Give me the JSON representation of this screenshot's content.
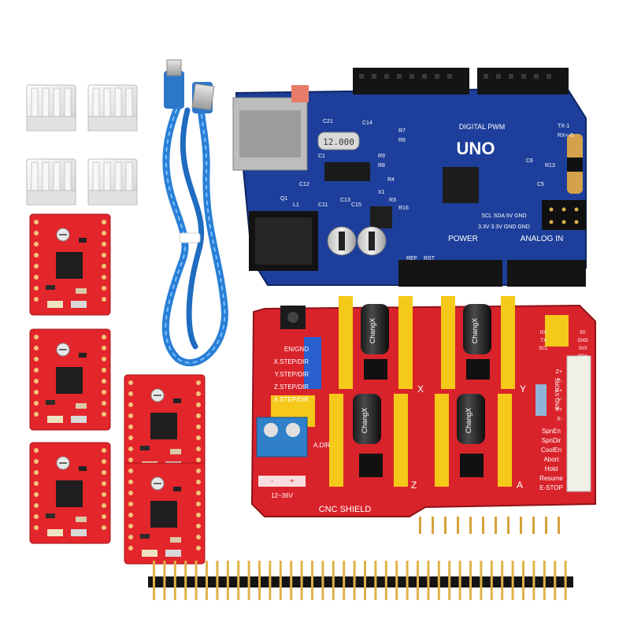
{
  "uno": {
    "title": "UNO",
    "digital": "DIGITAL PWM",
    "power": "POWER",
    "analog": "ANALOG IN",
    "crystal": "12.000",
    "sda": "SCL SDA",
    "sda2": "SCL SDA",
    "rx": "RX",
    "tx": "TX",
    "v5": "5V",
    "gnd": "GND",
    "v33": "3.3V",
    "scl_row": "SCL  SDA  5V  GND",
    "v33_row": "3.3V 3.3V GND GND",
    "ref": "REF",
    "rst": "RST",
    "tx1": "TX-1",
    "rx0": "RX<-0",
    "labels": [
      "R7",
      "R6",
      "R9",
      "C1",
      "R8",
      "X1",
      "R4",
      "R3",
      "R16",
      "R13",
      "C6",
      "C5",
      "C11",
      "C13",
      "C14",
      "C21",
      "C15",
      "Q1",
      "C12",
      "L1"
    ]
  },
  "cnc": {
    "title": "CNC SHIELD",
    "enable": "EN/GND",
    "xstep": "X.STEP/DIR",
    "ystep": "Y.STEP/DIR",
    "zstep": "Z.STEP/DIR",
    "astep": "A.STEP/DIR",
    "adir": "A.DIR",
    "voltage": "12~36V",
    "minus": "-",
    "plus": "+",
    "axis_x": "X",
    "axis_y": "Y",
    "axis_z": "Z",
    "axis_a": "A",
    "stops": "END STOPS",
    "right_labels": [
      "SpnEn",
      "SpnDir",
      "CoolEn",
      "Abort",
      "Hold",
      "Resume",
      "E-STOP"
    ],
    "side_labels": [
      "Z+",
      "Z-",
      "Y+",
      "Y-",
      "X+",
      "X-"
    ],
    "tiny_labels": [
      "RX",
      "TX",
      "SCL",
      "SDA",
      "5V",
      "GND",
      "3V3"
    ],
    "cap_brand": "ChangX"
  },
  "colors": {
    "uno_board": "#1d3f9b",
    "cnc_board": "#d9232b",
    "driver_board": "#e3262b",
    "header_black": "#141414",
    "header_yellow": "#f5c919",
    "cable": "#2a7fd6"
  }
}
